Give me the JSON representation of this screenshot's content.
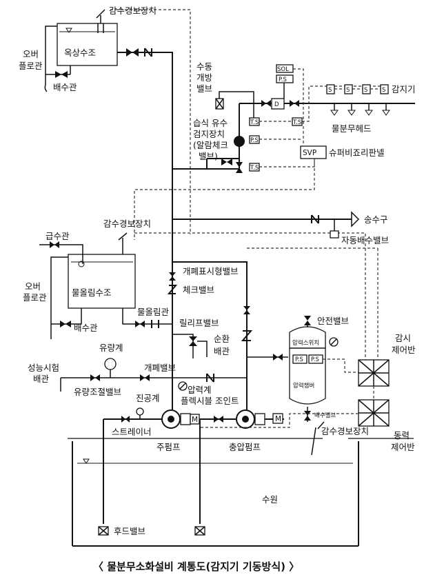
{
  "labels": {
    "roof_tank": "옥상수조",
    "overflow_pipe_top_1": "오버",
    "overflow_pipe_top_2": "플로관",
    "drain_pipe_top": "배수관",
    "low_level_alarm_top": "감수경보장치",
    "manual_open_valve_1": "수동",
    "manual_open_valve_2": "개방",
    "manual_open_valve_3": "밸브",
    "wet_detector_1": "습식 유수",
    "wet_detector_2": "검지장치",
    "wet_detector_3": "(알람체크",
    "wet_detector_4": "밸브)",
    "sol": "SOL",
    "ps": "P.S",
    "ts": "T.S",
    "s": "S",
    "d": "D",
    "detector": "감지기",
    "spray_head": "물분무헤드",
    "svp": "SVP",
    "supervisory_panel": "슈퍼비죠리판넬",
    "low_level_alarm_mid": "감수경보장치",
    "siamese": "송수구",
    "auto_drain_valve": "자동배수밸브",
    "supply_pipe": "급수관",
    "priming_tank": "물올림수조",
    "overflow_pipe_mid_1": "오버",
    "overflow_pipe_mid_2": "플로관",
    "drain_pipe_mid": "배수관",
    "priming_pipe": "물올림관",
    "open_indicator_valve": "개폐표시형밸브",
    "check_valve": "체크밸브",
    "relief_valve": "릴리프밸브",
    "circulation_pipe_1": "순환",
    "circulation_pipe_2": "배관",
    "flow_meter": "유량계",
    "performance_test_pipe_1": "성능시험",
    "performance_test_pipe_2": "배관",
    "open_close_valve": "개폐밸브",
    "flow_control_valve": "유량조절밸브",
    "pressure_gauge": "압력계",
    "vacuum_gauge": "진공계",
    "flexible_joint": "플렉시블 조인트",
    "strainer": "스트레이너",
    "safety_valve": "안전밸브",
    "pressure_switch": "압력스위치",
    "pressure_chamber": "압력챔버",
    "drain_valve": "배수밸브",
    "low_level_alarm_bottom": "감수경보장치",
    "monitoring_panel_1": "감시",
    "monitoring_panel_2": "제어반",
    "power_panel_1": "동력",
    "power_panel_2": "제어반",
    "main_pump": "주펌프",
    "jockey_pump": "충압펌프",
    "water_source": "수원",
    "foot_valve": "후드밸브",
    "m": "M",
    "caption": "〈 물분무소화설비 계통도(감지기 기동방식) 〉"
  }
}
